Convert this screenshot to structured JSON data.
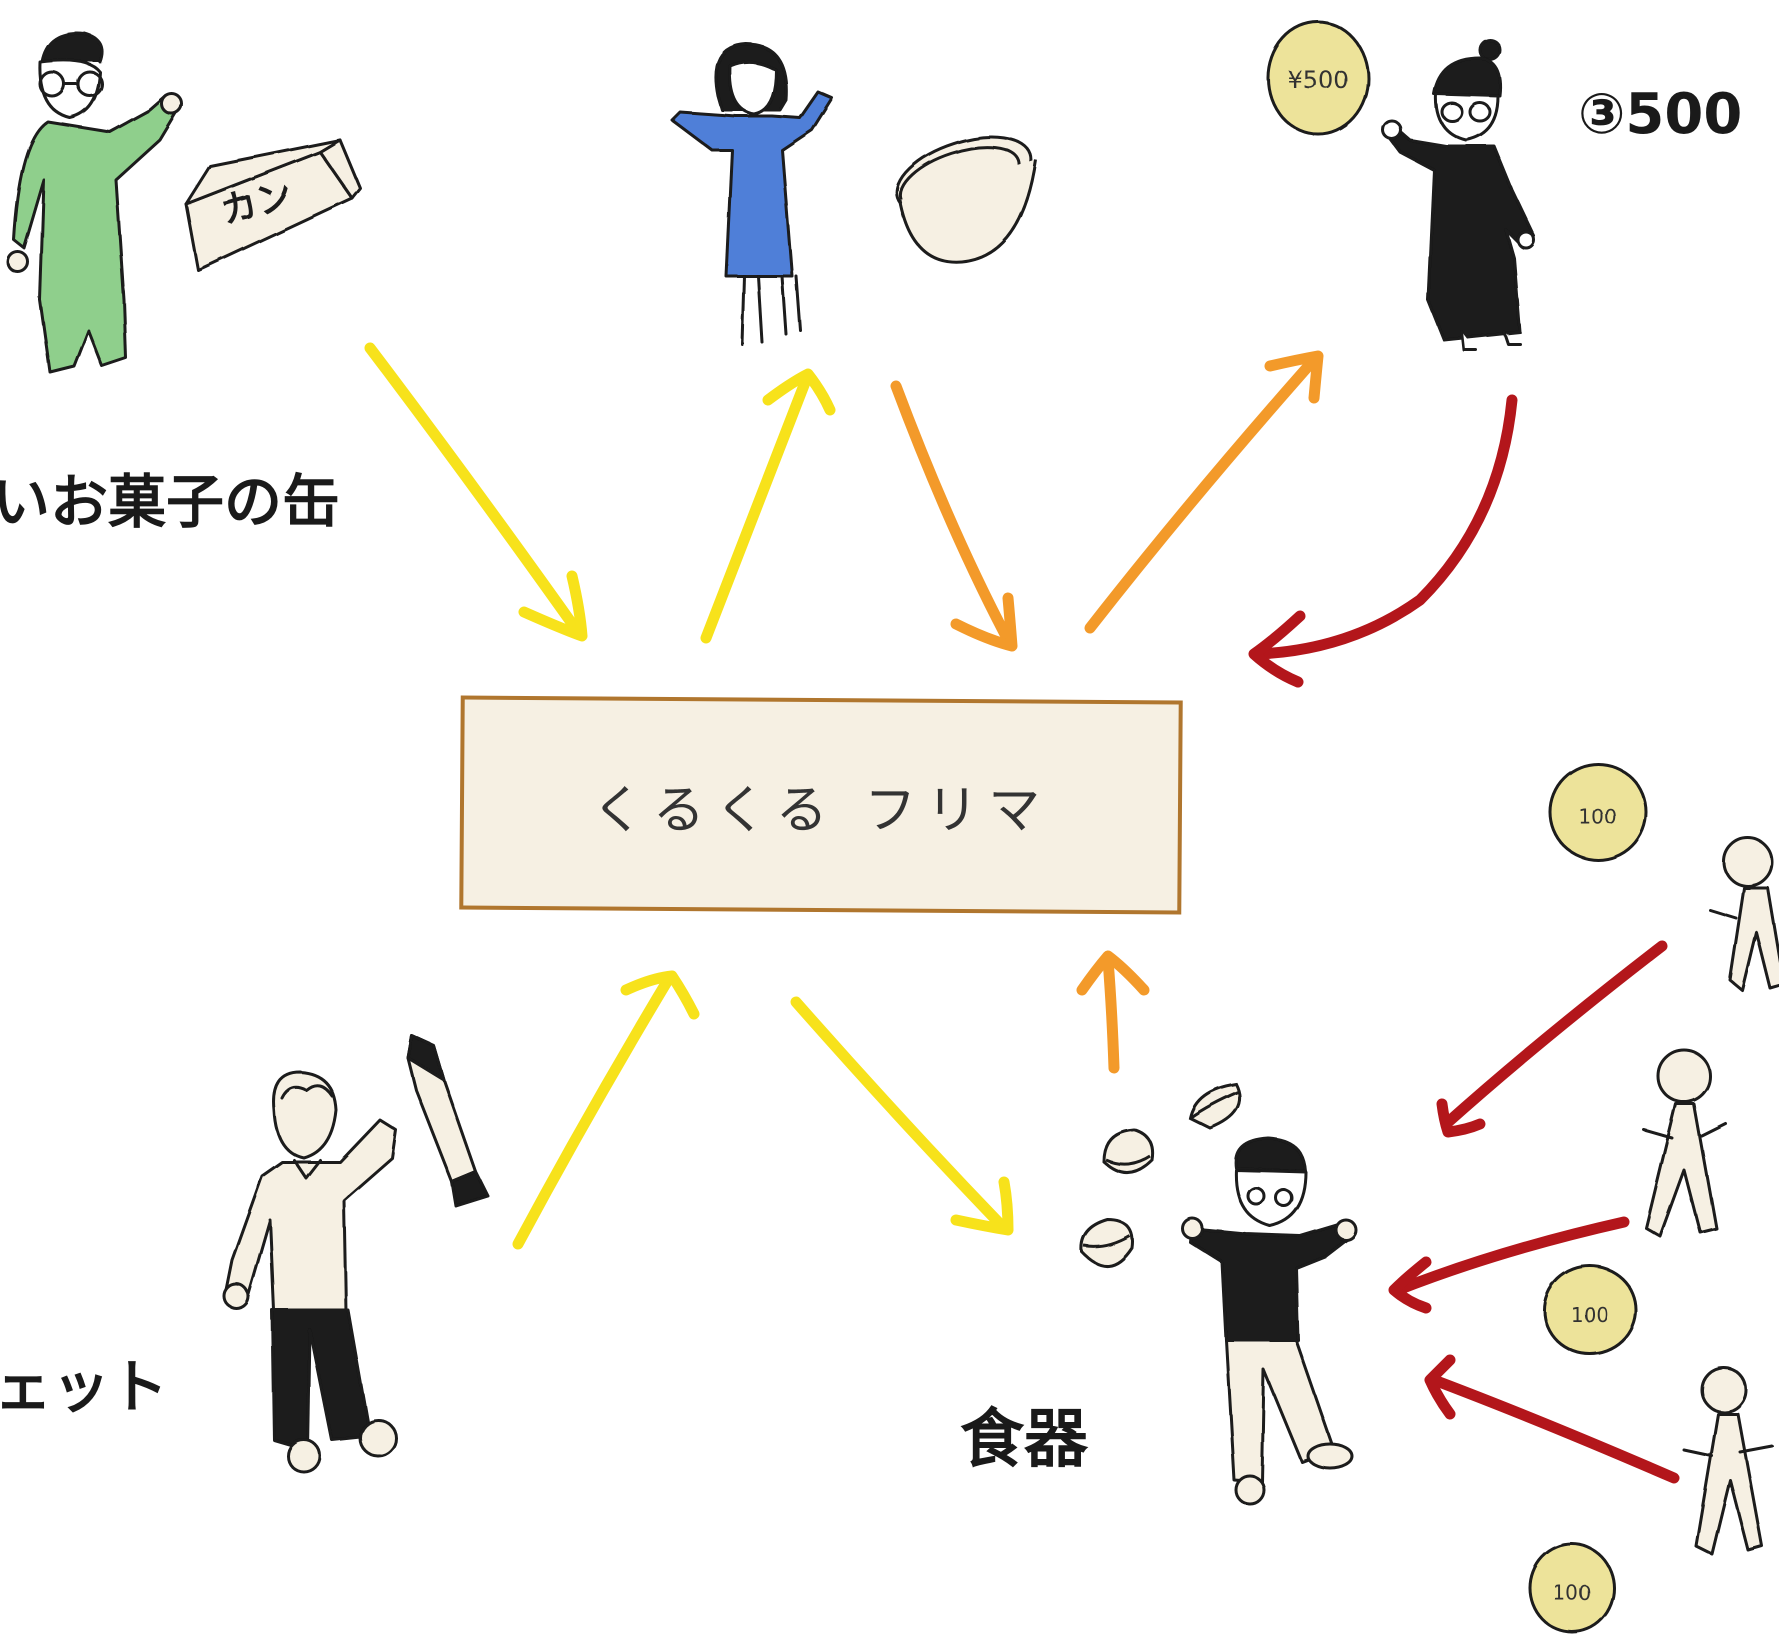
{
  "center": {
    "label": "くるくる フリマ"
  },
  "labels": {
    "tin": "いお菓子の缶",
    "jacket": "ェット",
    "dish": "食器",
    "price": "③500"
  },
  "coin_texts": {
    "big": "¥500",
    "small": "100"
  },
  "box_text": "カン",
  "colors": {
    "yellow_arrow": "#f7e21b",
    "orange_arrow": "#f39a2a",
    "red_arrow": "#b3161b",
    "green_person": "#8fcf8c",
    "blue_person": "#4f7fd8",
    "coin": "#ede39a",
    "box_fill": "#f6f0e3",
    "box_border": "#b0762e"
  },
  "icons": [
    "arrow-icon",
    "coin-icon",
    "person-icon",
    "tin-box-icon",
    "bowl-icon",
    "jacket-icon",
    "dish-icon"
  ]
}
